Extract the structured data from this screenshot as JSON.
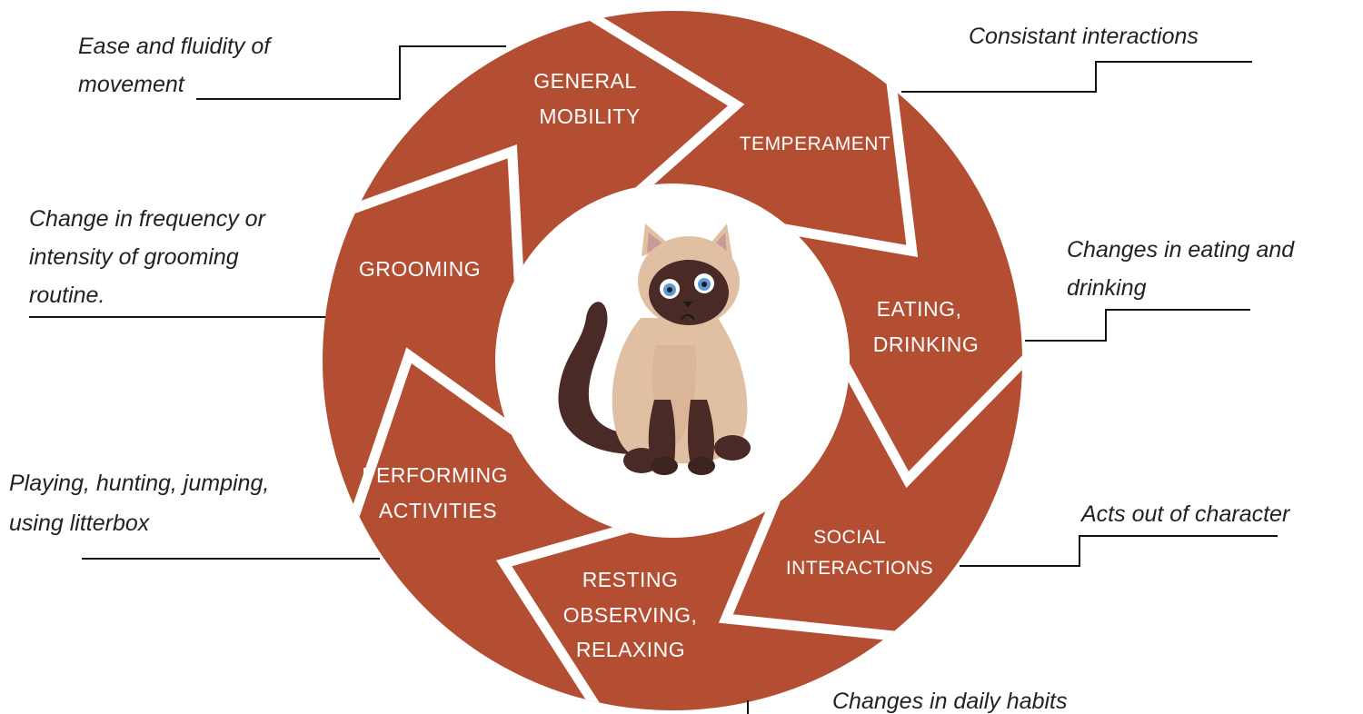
{
  "colors": {
    "segment": "#B34E33",
    "divider": "#FFFFFF",
    "leader_line": "#111111",
    "annotation_text": "#222222"
  },
  "cat": {
    "icon": "cat-illustration"
  },
  "segments": [
    {
      "id": "general-mobility",
      "lines": [
        "GENERAL",
        "MOBILITY"
      ],
      "note_lines": [
        "Ease and fluidity of",
        "movement"
      ]
    },
    {
      "id": "temperament",
      "lines": [
        "TEMPERAMENT"
      ],
      "note_lines": [
        "Consistant interactions"
      ]
    },
    {
      "id": "eating-drinking",
      "lines": [
        "EATING,",
        "DRINKING"
      ],
      "note_lines": [
        "Changes in eating and",
        "drinking"
      ]
    },
    {
      "id": "social-interactions",
      "lines": [
        "SOCIAL",
        "INTERACTIONS"
      ],
      "note_lines": [
        "Acts out of character"
      ]
    },
    {
      "id": "resting",
      "lines": [
        "RESTING",
        "OBSERVING,",
        "RELAXING"
      ],
      "note_lines": [
        "Changes in daily habits"
      ]
    },
    {
      "id": "performing-activities",
      "lines": [
        "PERFORMING",
        "ACTIVITIES"
      ],
      "note_lines": [
        "Playing, hunting, jumping,",
        "using litterbox"
      ]
    },
    {
      "id": "grooming",
      "lines": [
        "GROOMING"
      ],
      "note_lines": [
        "Change in frequency or",
        "intensity of grooming",
        "routine."
      ]
    }
  ]
}
